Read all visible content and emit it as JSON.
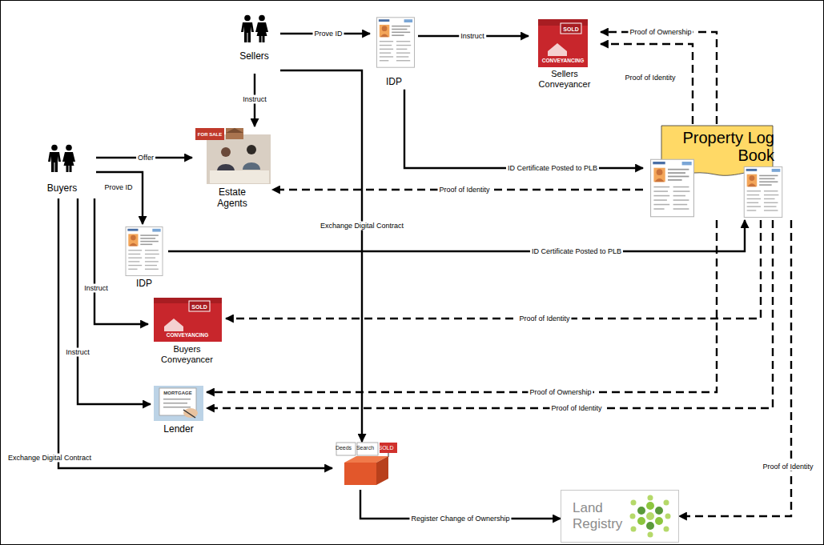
{
  "diagram": {
    "nodes": [
      {
        "text": [
          "Sellers"
        ]
      },
      {
        "text": [
          "IDP"
        ]
      },
      {
        "text": [
          "Sellers Conveyancer"
        ]
      },
      {
        "text": [
          "Property Log Book"
        ]
      },
      {
        "text": [
          "Estate Agents"
        ]
      },
      {
        "text": [
          "Buyers"
        ]
      },
      {
        "text": [
          "IDP"
        ]
      },
      {
        "text": [
          "Buyers Conveyancer"
        ]
      },
      {
        "text": [
          "Lender"
        ]
      },
      {
        "text": [
          "Deeds",
          "Search",
          "SOLD"
        ]
      },
      {
        "text": [
          "Land Registry"
        ]
      }
    ],
    "edges": [
      {
        "from": 0,
        "to": 1,
        "label": "Prove ID",
        "arrow": "to"
      },
      {
        "from": 1,
        "to": 2,
        "label": "Instruct",
        "arrow": "to"
      },
      {
        "from": 0,
        "to": 4,
        "label": "Instruct",
        "arrow": "to"
      },
      {
        "from": 5,
        "to": 4,
        "label": "Offer",
        "arrow": "to"
      },
      {
        "from": 5,
        "to": 6,
        "label": "Prove ID",
        "arrow": "to"
      },
      {
        "from": 1,
        "to": 3,
        "label": "ID Certificate Posted to PLB",
        "arrow": "to"
      },
      {
        "from": 6,
        "to": 3,
        "label": "ID Certificate Posted to PLB",
        "arrow": "to"
      },
      {
        "from": 3,
        "to": 4,
        "label": "Proof of Identity",
        "arrow": "to"
      },
      {
        "from": 3,
        "to": 2,
        "label": "Proof of Ownership",
        "arrow": "to"
      },
      {
        "from": 3,
        "to": 2,
        "label": "Proof of Identity",
        "arrow": "to"
      },
      {
        "from": 3,
        "to": 7,
        "label": "Proof of Identity",
        "arrow": "to"
      },
      {
        "from": 3,
        "to": 8,
        "label": "Proof of Ownership",
        "arrow": "to"
      },
      {
        "from": 3,
        "to": 8,
        "label": "Proof of Identity",
        "arrow": "to"
      },
      {
        "from": 3,
        "to": 10,
        "label": "Proof of Identity",
        "arrow": "to"
      },
      {
        "from": 5,
        "to": 7,
        "label": "Instruct",
        "arrow": "to"
      },
      {
        "from": 5,
        "to": 8,
        "label": "Instruct",
        "arrow": "to"
      },
      {
        "from": 0,
        "to": 9,
        "label": "Exchange Digital Contract",
        "arrow": "to"
      },
      {
        "from": 5,
        "to": 9,
        "label": "Exchange Digital Contract",
        "arrow": "to"
      },
      {
        "from": 9,
        "to": 10,
        "label": "Register Change of Ownership",
        "arrow": "to"
      }
    ],
    "labels": [
      "SOLD",
      "CONVEYANCING",
      "FOR SALE",
      "SOLD",
      "CONVEYANCING",
      "MORTGAGE"
    ]
  }
}
